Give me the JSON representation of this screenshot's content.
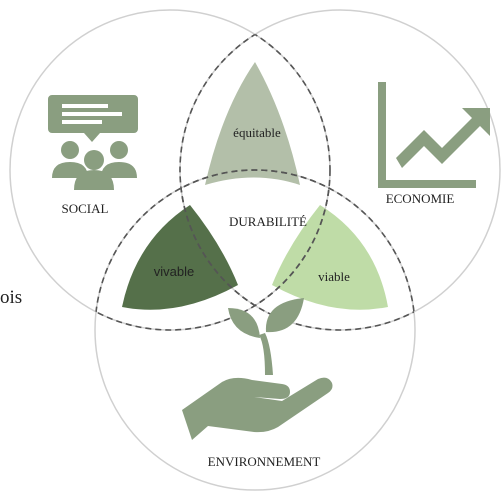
{
  "circles": {
    "social": "SOCIAL",
    "economie": "ECONOMIE",
    "environnement": "ENVIRONNEMENT"
  },
  "overlaps": {
    "equitable": "équitable",
    "vivable": "vivable",
    "viable": "viable",
    "durabilite": "DURABILITÉ"
  },
  "left_cut_text": "ois",
  "colors": {
    "icon": "#8a9e80",
    "equitable_fill": "#b3bfa9",
    "vivable_fill": "#55704a",
    "viable_fill": "#bfdca7",
    "circle_stroke": "#d0d0d0",
    "dash_stroke": "#555555"
  }
}
